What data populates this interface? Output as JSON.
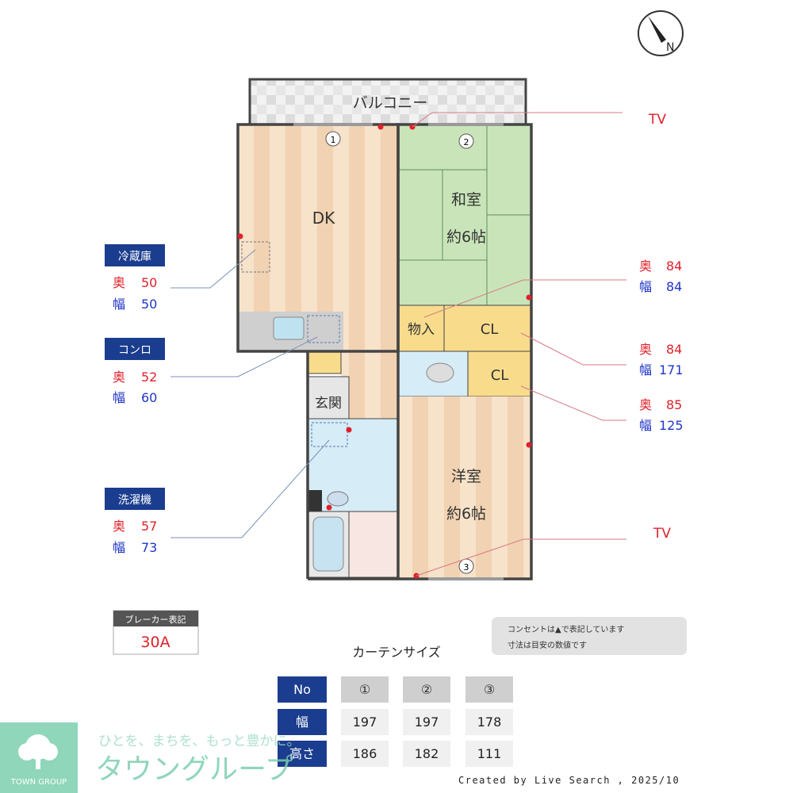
{
  "colors": {
    "wood": "#f7dfc4",
    "wood_stripe": "#f1cfae",
    "tatami": "#c9e4b9",
    "closet": "#f8dc8c",
    "wet": "#d6ecf7",
    "label_blue": "#1b3d8f",
    "depth_red": "#e0202a",
    "width_blue": "#1f35c8",
    "logo_green": "#7ccfae"
  },
  "compass": {
    "label": "N",
    "icon": "compass-north-arrow"
  },
  "rooms": {
    "balcony": "バルコニー",
    "dk": "DK",
    "washitsu": "和室",
    "washitsu_size": "約6帖",
    "storage": "物入",
    "cl1": "CL",
    "cl2": "CL",
    "genkan": "玄関",
    "yoshitsu": "洋室",
    "yoshitsu_size": "約6帖",
    "window1": "1",
    "window2": "2",
    "window3": "3"
  },
  "left_labels": [
    {
      "title": "冷蔵庫",
      "depth_label": "奥",
      "depth": "50",
      "width_label": "幅",
      "width": "50"
    },
    {
      "title": "コンロ",
      "depth_label": "奥",
      "depth": "52",
      "width_label": "幅",
      "width": "60"
    },
    {
      "title": "洗濯機",
      "depth_label": "奥",
      "depth": "57",
      "width_label": "幅",
      "width": "73"
    }
  ],
  "right_labels": {
    "tv1": "TV",
    "storage": {
      "depth_label": "奥",
      "depth": "84",
      "width_label": "幅",
      "width": "84"
    },
    "cl1": {
      "depth_label": "奥",
      "depth": "84",
      "width_label": "幅",
      "width": "171"
    },
    "cl2": {
      "depth_label": "奥",
      "depth": "85",
      "width_label": "幅",
      "width": "125"
    },
    "tv2": "TV"
  },
  "breaker": {
    "title": "ブレーカー表記",
    "value": "30A"
  },
  "note": {
    "line1": "コンセントは▲で表記しています",
    "line2": "寸法は目安の数値です"
  },
  "curtain": {
    "title": "カーテンサイズ",
    "headers": [
      "No",
      "①",
      "②",
      "③"
    ],
    "rows": [
      {
        "label": "幅",
        "values": [
          "197",
          "197",
          "178"
        ]
      },
      {
        "label": "高さ",
        "values": [
          "186",
          "182",
          "111"
        ]
      }
    ]
  },
  "logo": {
    "brand": "TOWN GROUP",
    "slogan": "ひとを、まちを、もっと豊かに。",
    "name": "タウングループ"
  },
  "credit": "Created by Live Search , 2025/10"
}
